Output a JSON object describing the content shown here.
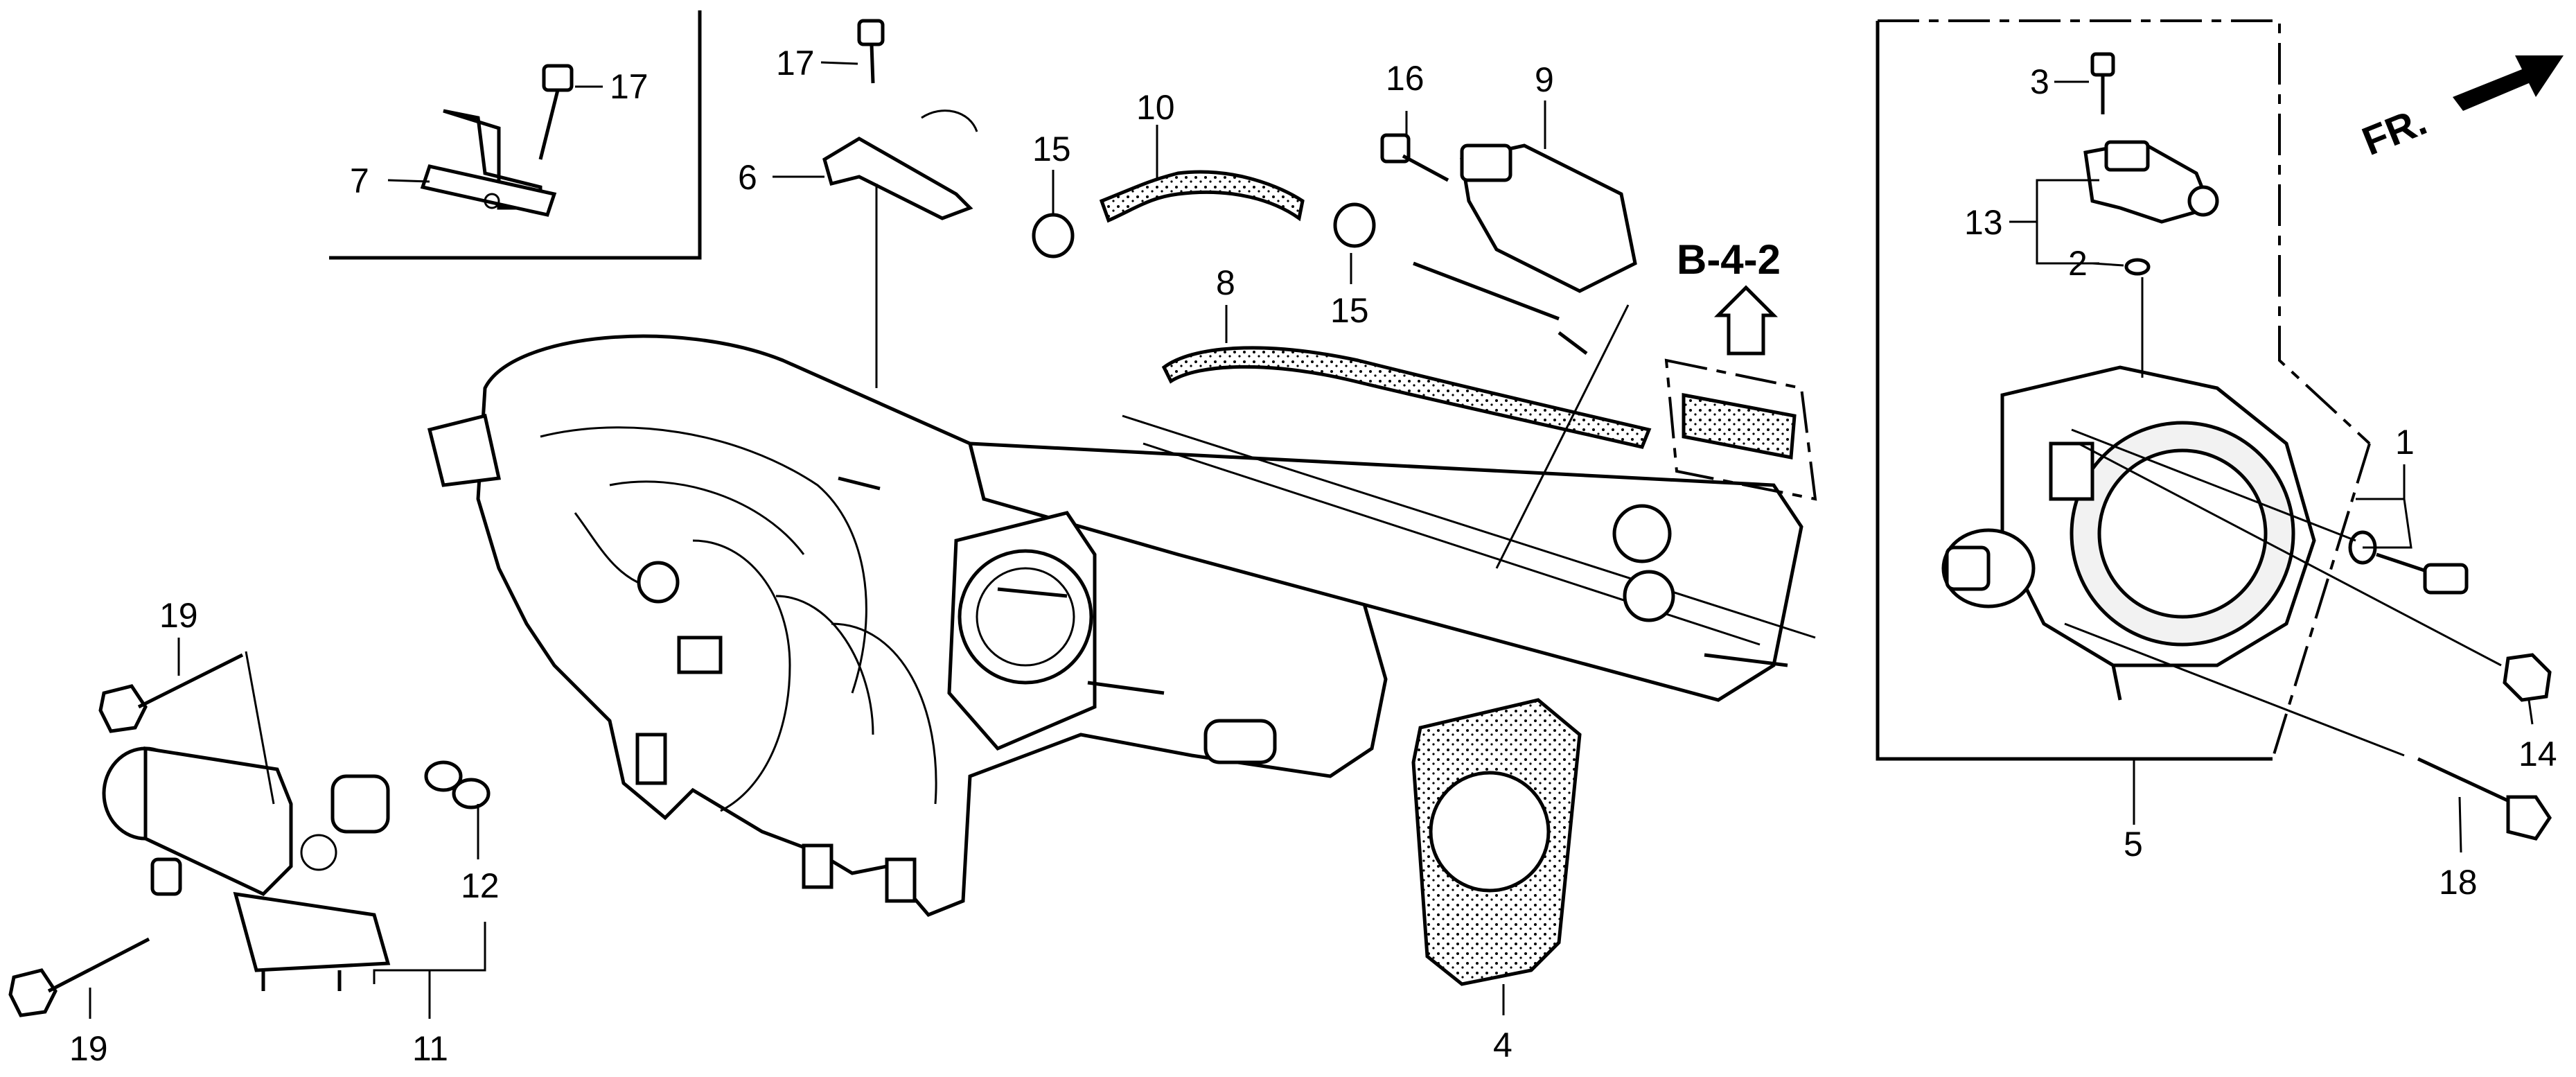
{
  "callouts": {
    "c1": "1",
    "c2": "2",
    "c3": "3",
    "c4": "4",
    "c5": "5",
    "c6": "6",
    "c7": "7",
    "c8": "8",
    "c9": "9",
    "c10": "10",
    "c11": "11",
    "c12": "12",
    "c13": "13",
    "c14": "14",
    "c15a": "15",
    "c15b": "15",
    "c16": "16",
    "c17a": "17",
    "c17b": "17",
    "c18": "18",
    "c19a": "19",
    "c19b": "19"
  },
  "reference": "B-4-2",
  "direction": "FR."
}
